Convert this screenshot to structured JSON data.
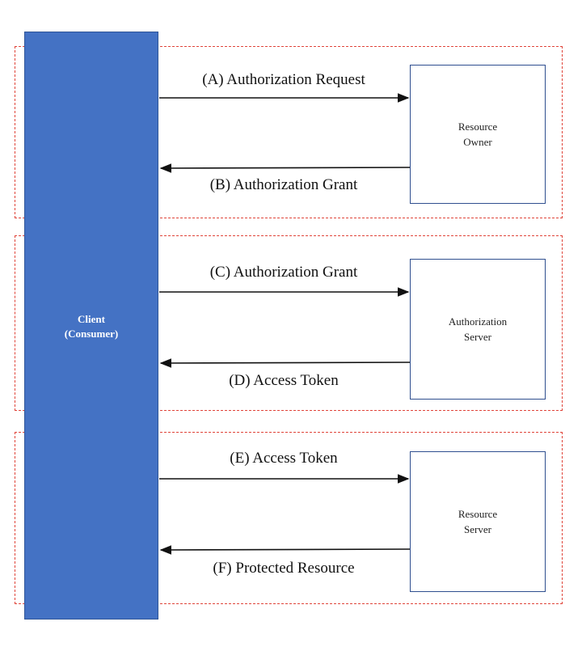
{
  "client": {
    "label_line1": "Client",
    "label_line2": "(Consumer)"
  },
  "servers": [
    {
      "label": "Resource\nOwner"
    },
    {
      "label": "Authorization\nServer"
    },
    {
      "label": "Resource\nServer"
    }
  ],
  "flows": [
    {
      "request": "(A) Authorization Request",
      "response": "(B) Authorization Grant"
    },
    {
      "request": "(C) Authorization Grant",
      "response": "(D) Access Token"
    },
    {
      "request": "(E) Access Token",
      "response": "(F) Protected Resource"
    }
  ],
  "colors": {
    "client_fill": "#4472c4",
    "dash": "#e0453a",
    "server_border": "#2f4f8f"
  }
}
